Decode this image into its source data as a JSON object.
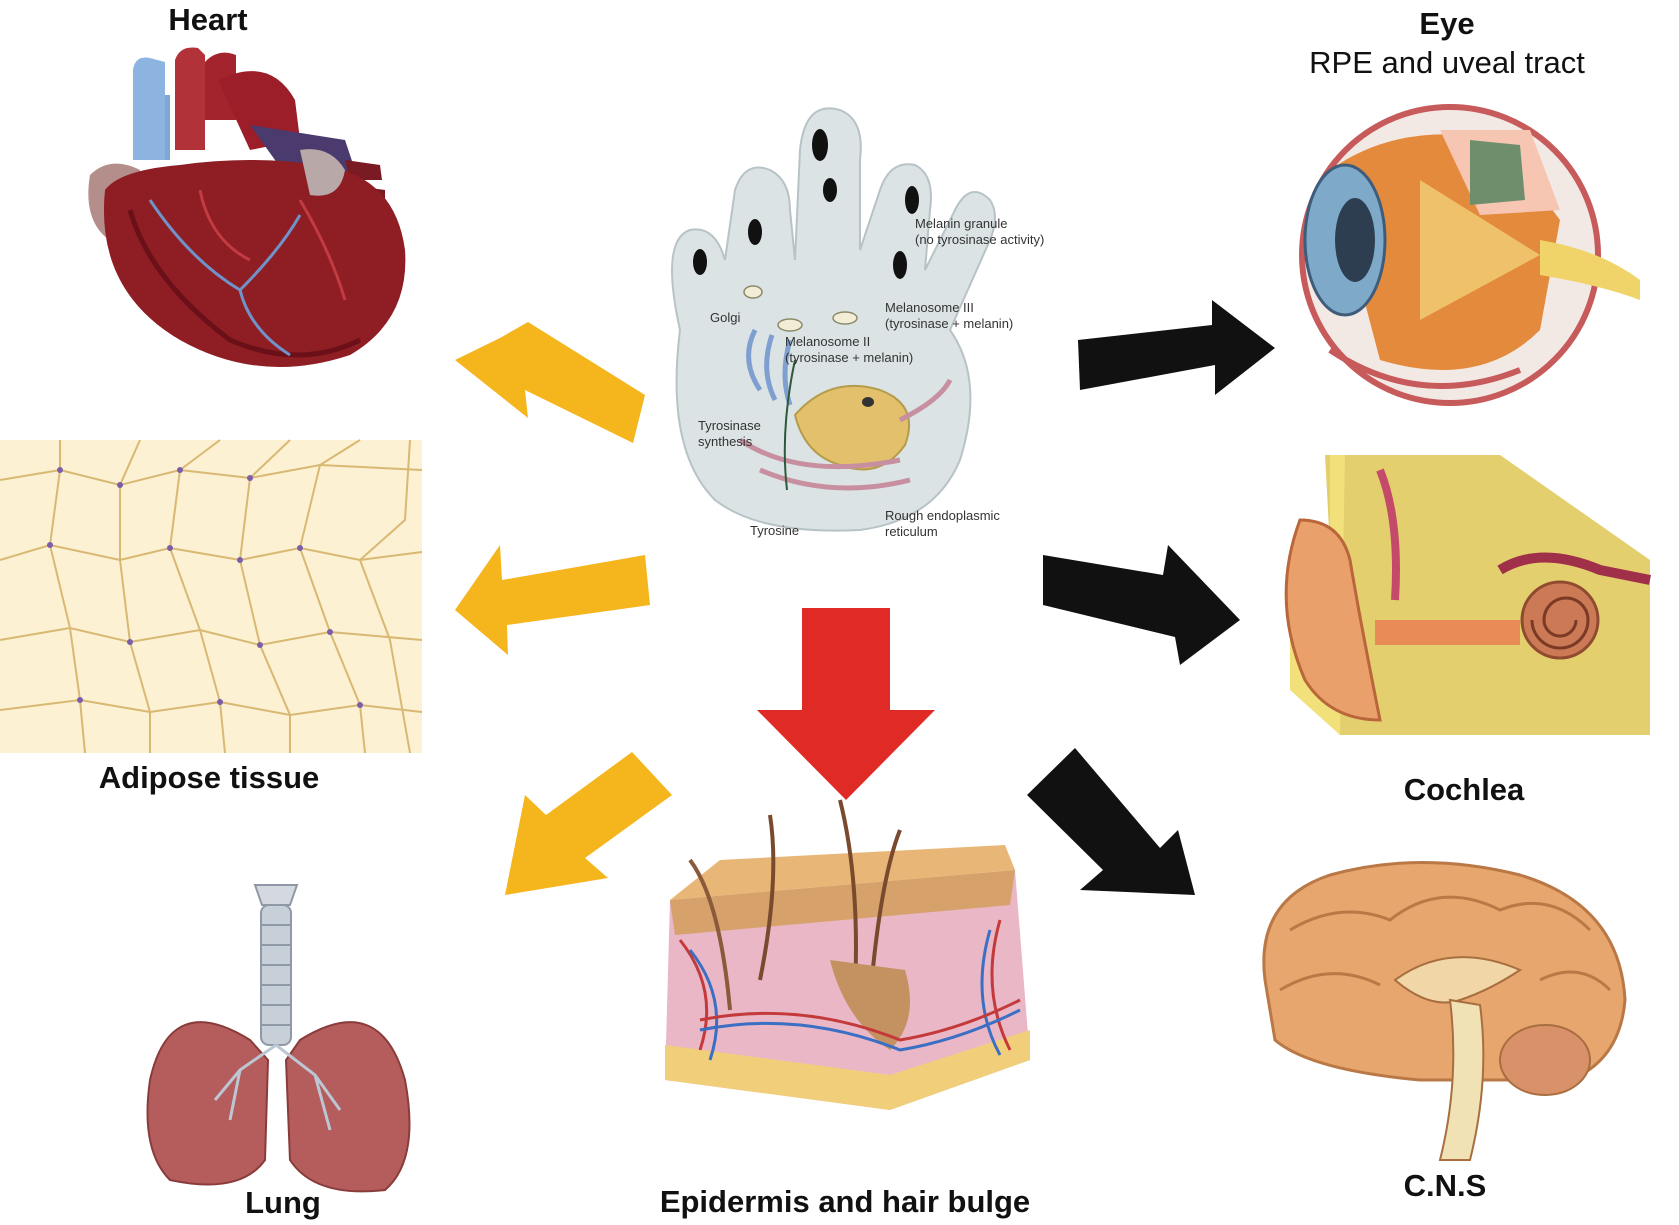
{
  "organs": {
    "heart": "Heart",
    "eye": "Eye",
    "eye_sub": "RPE and uveal tract",
    "adipose": "Adipose tissue",
    "cochlea": "Cochlea",
    "lung": "Lung",
    "epidermis": "Epidermis and hair bulge",
    "cns": "C.N.S"
  },
  "melanocyte": {
    "melanin_granule": "Melanin granule",
    "melanin_granule_note": "(no tyrosinase activity)",
    "golgi": "Golgi",
    "melanosome_iii": "Melanosome III",
    "melanosome_iii_note": "(tyrosinase + melanin)",
    "melanosome_ii": "Melanosome II",
    "melanosome_ii_note": "(tyrosinase + melanin)",
    "tyrosinase": "Tyrosinase",
    "synthesis": "synthesis",
    "tyrosine": "Tyrosine",
    "rough_er": "Rough endoplasmic",
    "reticulum": "reticulum"
  },
  "colors": {
    "yellow_arrow": "#F5B51C",
    "black_arrow": "#111111",
    "red_arrow": "#E02A25"
  }
}
